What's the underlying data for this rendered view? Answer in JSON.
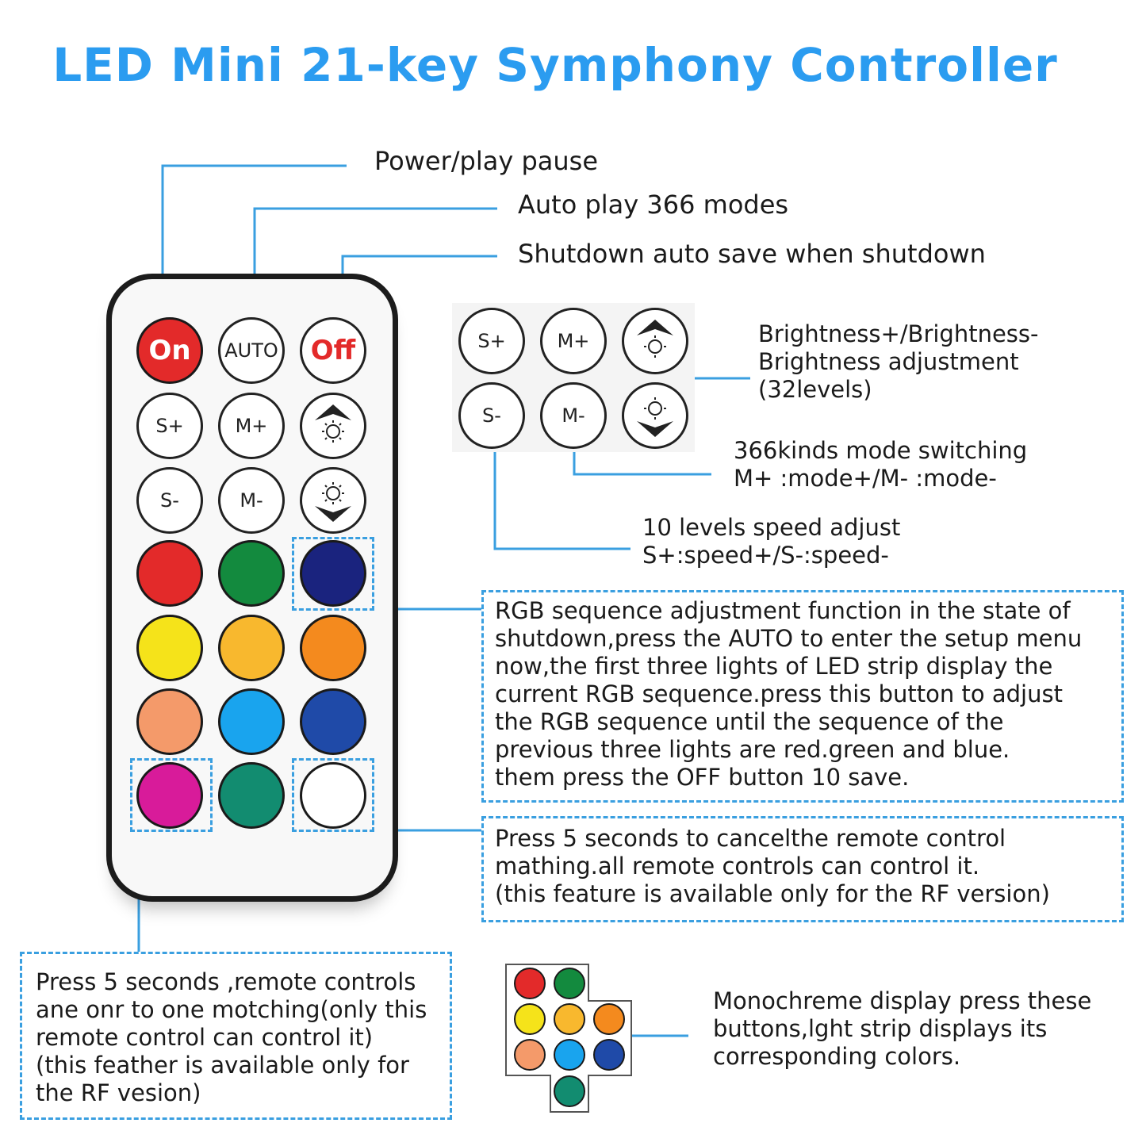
{
  "title": "LED Mini 21-key Symphony Controller",
  "callouts": {
    "power": "Power/play pause",
    "auto": "Auto play 366 modes",
    "shutdown": "Shutdown auto save when shutdown"
  },
  "remote_labels": {
    "on": "On",
    "auto": "AUTO",
    "off": "Off",
    "s_plus": "S+",
    "m_plus": "M+",
    "s_minus": "S-",
    "m_minus": "M-"
  },
  "brightness_note": [
    "Brightness+/Brightness-",
    "Brightness adjustment",
    "(32levels)"
  ],
  "mode_note": [
    "366kinds mode switching",
    "M+ :mode+/M- :mode-"
  ],
  "speed_note": [
    "10 levels speed adjust",
    "S+:speed+/S-:speed-"
  ],
  "rgb_note": [
    "RGB sequence adjustment function in the state of",
    "shutdown,press the AUTO to enter the setup menu",
    "now,the first three lights of LED strip display the",
    "current RGB sequence.press this button to adjust",
    "the RGB sequence until the sequence of the",
    "previous three lights are red.green and blue.",
    "them press the OFF button 10 save."
  ],
  "cancel_note": [
    "Press 5 seconds to cancelthe remote control",
    "mathing.all remote controls can control it.",
    "(this feature is available only for the RF version)"
  ],
  "match_note": [
    "Press 5 seconds ,remote controls",
    "ane onr to one motching(only this",
    "remote control can control it)",
    "(this feather is available only for",
    "the RF vesion)"
  ],
  "mono_note": [
    "Monochreme display press these",
    "buttons,lght strip displays its",
    "corresponding colors."
  ],
  "colors": {
    "accent": "#2b9cf0",
    "line": "#3a9fe0",
    "red": "#e32a2a",
    "green": "#138a3e",
    "navy": "#1a237e",
    "yellow": "#f5e31a",
    "amber": "#f8b82e",
    "orange": "#f48a1e",
    "salmon": "#f49a6a",
    "sky": "#19a4ee",
    "blue": "#1f4aa8",
    "magenta": "#d81b9a",
    "teal": "#128c70",
    "white": "#ffffff"
  }
}
